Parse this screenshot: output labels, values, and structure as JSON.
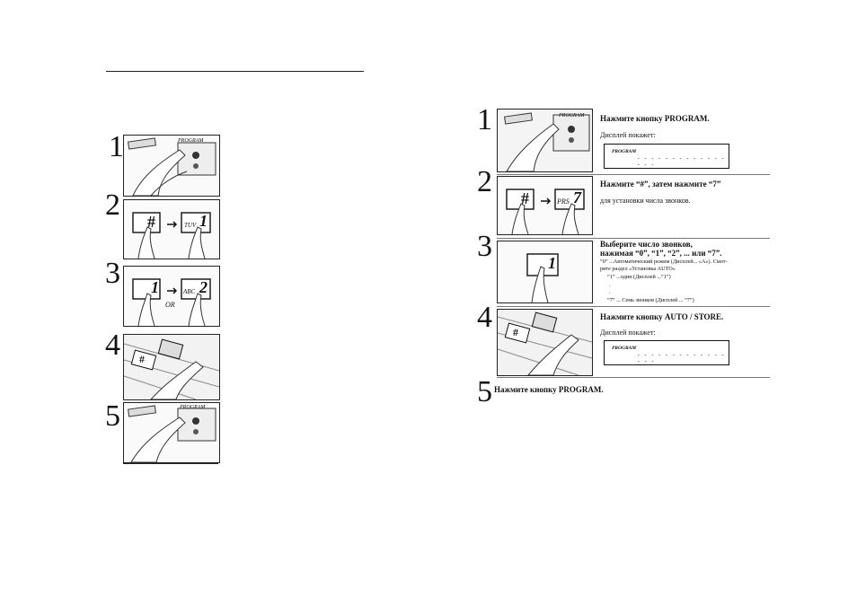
{
  "left_column": {
    "steps": [
      {
        "number": "1",
        "keys": [
          "PROGRAM"
        ]
      },
      {
        "number": "2",
        "keys": [
          "#",
          "TUV",
          "1"
        ]
      },
      {
        "number": "3",
        "keys": [
          "1",
          "ABC",
          "2"
        ],
        "separator": "OR"
      },
      {
        "number": "4",
        "keys": [
          "#"
        ]
      },
      {
        "number": "5",
        "keys": [
          "PROGRAM"
        ]
      }
    ]
  },
  "right_column": {
    "steps": [
      {
        "number": "1",
        "panel_keys": [
          "PROGRAM"
        ],
        "heading": "Нажмите кнопку PROGRAM.",
        "display_intro": "Дисплей покажет:",
        "display_label": "PROGRAM",
        "display_value": "- - - - - - - - - - - - - - - -"
      },
      {
        "number": "2",
        "panel_keys": [
          "#",
          "PRS",
          "7"
        ],
        "heading": "Нажмите “#”, затем нажмите “7”",
        "body": "для установки числа звонков."
      },
      {
        "number": "3",
        "panel_keys": [
          "1"
        ],
        "heading_line1": "Выберите число звонков,",
        "heading_line2": "нажимая “0”, “1”, “2”, ... или “7”.",
        "lines": [
          "“0” ...Автоматический режим (Дисплей... «A»). Смот-",
          "рите раздел «Установка AUTO»",
          "“1” ...один (Дисплей ...“1”)",
          ".",
          ".",
          "“7” ... Семь звонков (Дисплей ... “7”)"
        ]
      },
      {
        "number": "4",
        "panel_keys": [
          "#"
        ],
        "heading": "Нажмите кнопку AUTO / STORE.",
        "display_intro": "Дисплей покажет:",
        "display_label": "PROGRAM",
        "display_value": "- - - - - - - - - - - - - - - -"
      },
      {
        "number": "5",
        "heading": "Нажмите кнопку PROGRAM."
      }
    ]
  }
}
